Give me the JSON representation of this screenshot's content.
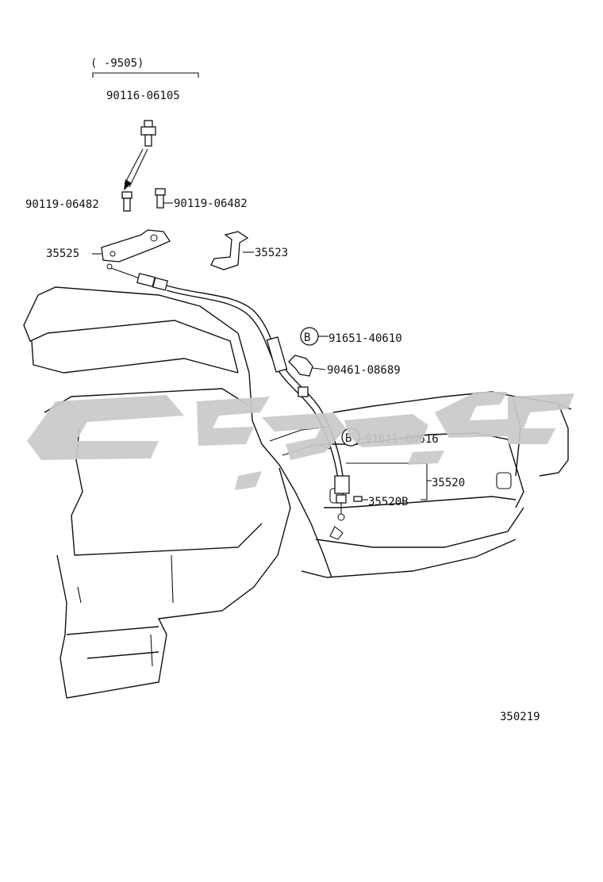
{
  "diagram": {
    "range_label": "(       -9505)",
    "diagram_code": "350219",
    "callouts": [
      {
        "id": "c1",
        "text": "90116-06105"
      },
      {
        "id": "c2",
        "text": "90119-06482"
      },
      {
        "id": "c3",
        "text": "90119-06482"
      },
      {
        "id": "c4",
        "text": "35525"
      },
      {
        "id": "c5",
        "text": "35523"
      },
      {
        "id": "c6",
        "text": "91651-40610",
        "marker": "B"
      },
      {
        "id": "c7",
        "text": "90461-08689"
      },
      {
        "id": "c8",
        "text": "91611-60616",
        "marker": "B"
      },
      {
        "id": "c9",
        "text": "35520"
      },
      {
        "id": "c10",
        "text": "35520B"
      }
    ]
  },
  "colors": {
    "line": "#111111",
    "watermark": "#c9c9c9",
    "background": "#ffffff"
  }
}
